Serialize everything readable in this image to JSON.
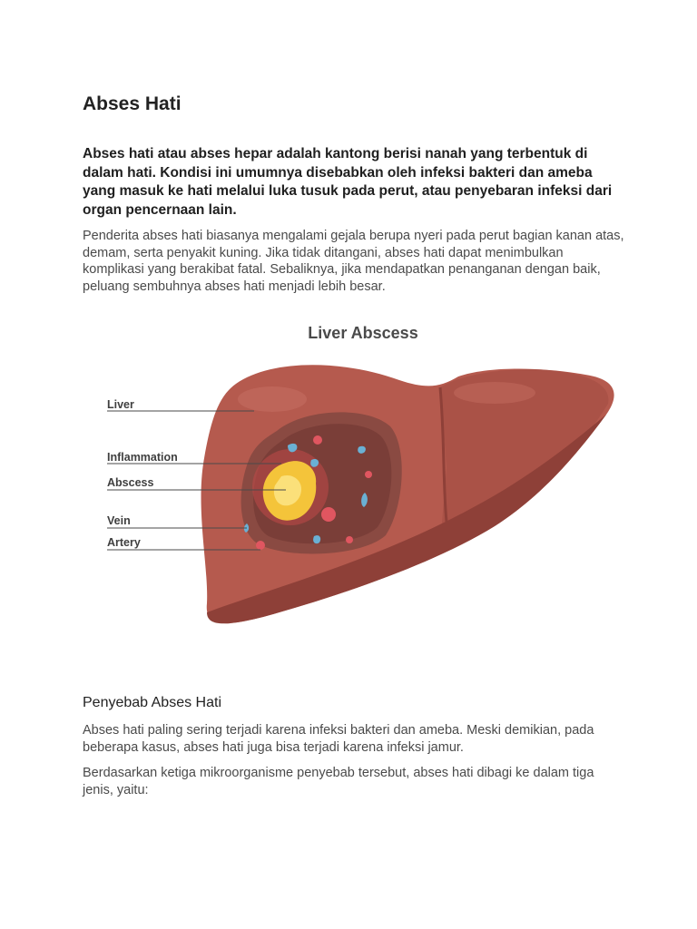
{
  "article": {
    "title": "Abses Hati",
    "lead": "Abses hati atau abses hepar adalah kantong berisi nanah yang terbentuk di dalam hati. Kondisi ini umumnya disebabkan oleh infeksi bakteri dan ameba yang masuk ke hati melalui luka tusuk pada perut, atau penyebaran infeksi dari organ pencernaan lain.",
    "paragraph1": "Penderita abses hati biasanya mengalami gejala berupa nyeri pada perut bagian kanan atas, demam, serta penyakit kuning. Jika tidak ditangani, abses hati dapat menimbulkan komplikasi yang berakibat fatal. Sebaliknya, jika mendapatkan penanganan dengan baik, peluang sembuhnya abses hati menjadi lebih besar.",
    "section_heading": "Penyebab Abses Hati",
    "paragraph2": "Abses hati paling sering terjadi karena infeksi bakteri dan ameba. Meski demikian, pada beberapa kasus, abses hati juga bisa terjadi karena infeksi jamur.",
    "paragraph3": "Berdasarkan ketiga mikroorganisme penyebab tersebut, abses hati dibagi ke dalam tiga jenis, yaitu:"
  },
  "figure": {
    "title": "Liver Abscess",
    "labels": {
      "liver": "Liver",
      "inflammation": "Inflammation",
      "abscess": "Abscess",
      "vein": "Vein",
      "artery": "Artery"
    },
    "colors": {
      "liver": "#b55a4e",
      "liver_shadow": "#8e4038",
      "tissue": "#8a4a42",
      "inflammation": "#c04848",
      "abscess": "#f4c43a",
      "vein": "#6ab0d4",
      "artery": "#e05660"
    }
  }
}
